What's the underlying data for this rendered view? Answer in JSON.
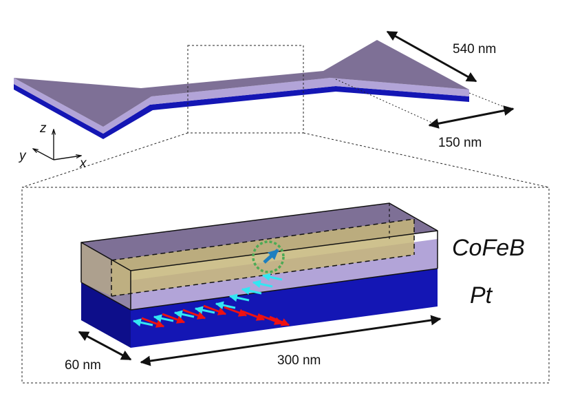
{
  "colors": {
    "cofeb_top": "#7e7096",
    "cofeb_side": "#b2a4d8",
    "pt": "#1416b4",
    "pt_dark": "#0d0e8a",
    "core": "#c5b67a",
    "spin_cyan": "#33e6f2",
    "spin_red": "#ee1111",
    "moment": "#1f7fbf",
    "ring": "#4caa55"
  },
  "labels": {
    "length_540": "540 nm",
    "width_150": "150 nm",
    "axis_z": "z",
    "axis_y": "y",
    "axis_x": "x",
    "material_top": "CoFeB",
    "material_bottom": "Pt",
    "width_60": "60 nm",
    "length_300": "300 nm"
  }
}
